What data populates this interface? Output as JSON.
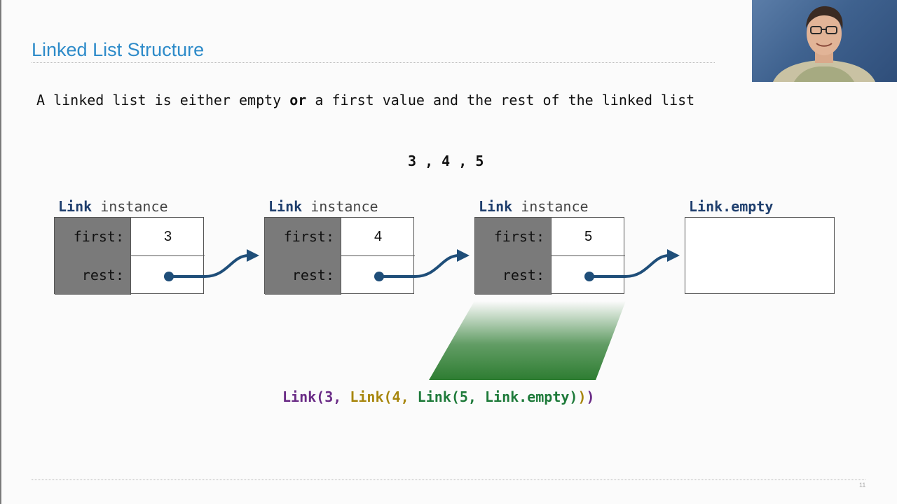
{
  "slide": {
    "title": "Linked List Structure",
    "page_number": "11"
  },
  "statement": {
    "part1": "A linked list is either empty ",
    "bold": "or",
    "part2": " a first value and the rest of the linked list"
  },
  "sequence": "3 , 4 , 5",
  "nodes": [
    {
      "class_name": "Link",
      "caption_suffix": " instance",
      "first_label": "first:",
      "rest_label": "rest:",
      "first_value": "3"
    },
    {
      "class_name": "Link",
      "caption_suffix": " instance",
      "first_label": "first:",
      "rest_label": "rest:",
      "first_value": "4"
    },
    {
      "class_name": "Link",
      "caption_suffix": " instance",
      "first_label": "first:",
      "rest_label": "rest:",
      "first_value": "5"
    }
  ],
  "empty_node": {
    "caption": "Link.empty"
  },
  "expression": {
    "part1": "Link(3, ",
    "part2": "Link(4, ",
    "part3": "Link(5, Link.empty)",
    "part4": ")",
    "part5": ")",
    "colors": {
      "outer": "#6a2b86",
      "middle": "#a8870f",
      "inner": "#1e7a3a"
    }
  },
  "colors": {
    "title": "#2e8bc9",
    "arrow": "#1f4e79",
    "highlight": "#2e7d32",
    "label_bg": "#7a7a7a"
  }
}
